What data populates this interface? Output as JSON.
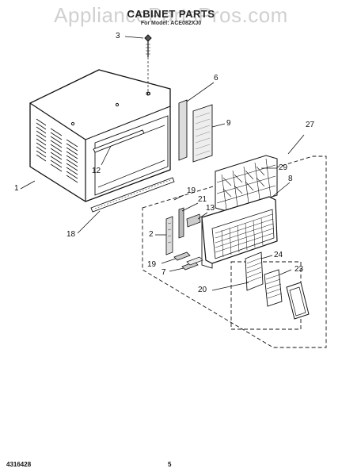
{
  "header": {
    "title": "CABINET PARTS",
    "subtitle": "For Model: ACE082XJ0",
    "watermark": "AppliancePartsPros.com"
  },
  "callouts": [
    {
      "key": "c3",
      "label": "3"
    },
    {
      "key": "c6",
      "label": "6"
    },
    {
      "key": "c9",
      "label": "9"
    },
    {
      "key": "c27",
      "label": "27"
    },
    {
      "key": "c29",
      "label": "29"
    },
    {
      "key": "c8",
      "label": "8"
    },
    {
      "key": "c12",
      "label": "12"
    },
    {
      "key": "c1",
      "label": "1"
    },
    {
      "key": "c19a",
      "label": "19"
    },
    {
      "key": "c21",
      "label": "21"
    },
    {
      "key": "c13",
      "label": "13"
    },
    {
      "key": "c18",
      "label": "18"
    },
    {
      "key": "c2",
      "label": "2"
    },
    {
      "key": "c24",
      "label": "24"
    },
    {
      "key": "c23",
      "label": "23"
    },
    {
      "key": "c19b",
      "label": "19"
    },
    {
      "key": "c7",
      "label": "7"
    },
    {
      "key": "c20",
      "label": "20"
    }
  ],
  "footer": {
    "doc_number": "4316428",
    "page_number": "5"
  }
}
